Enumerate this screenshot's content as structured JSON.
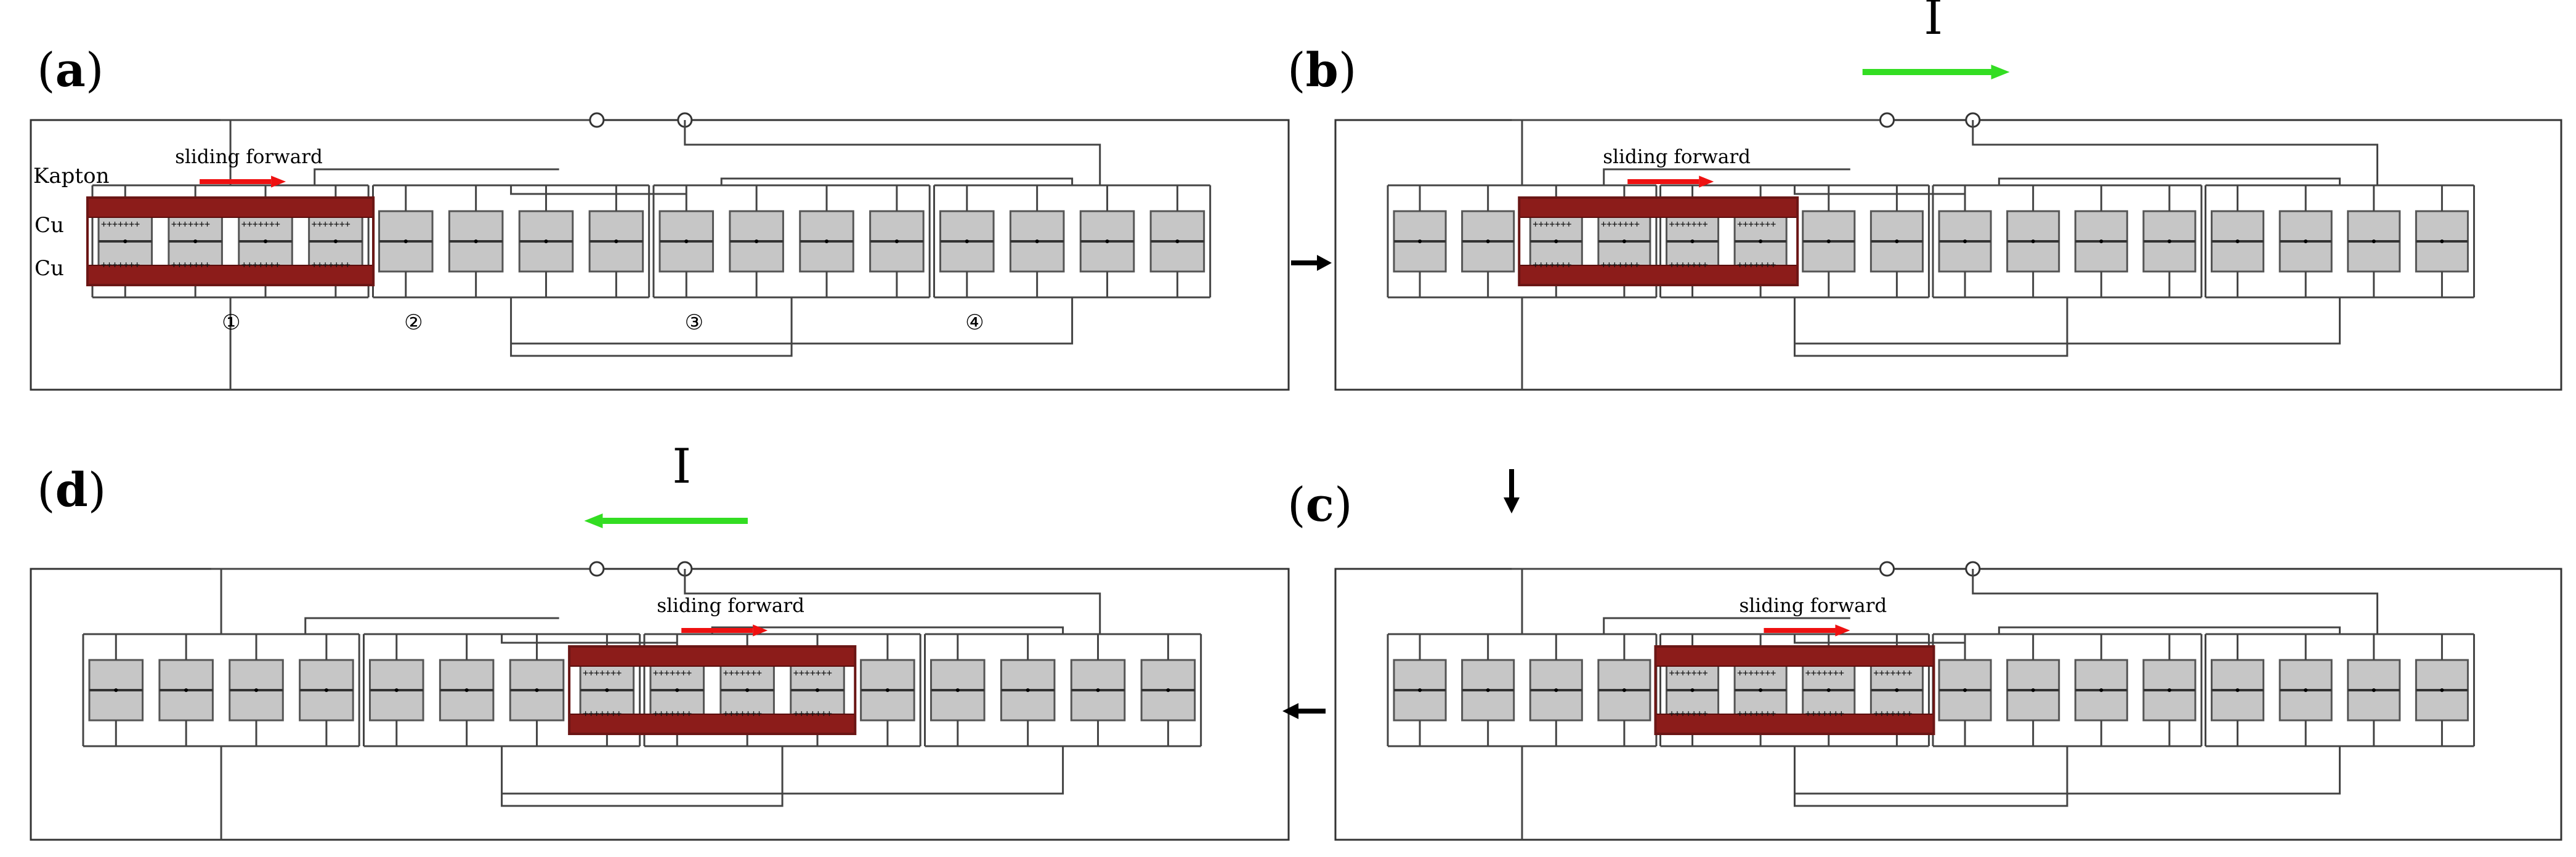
{
  "colors": {
    "kapton": "#8c1c1a",
    "electrode": "#c6c6c6",
    "sliding_arrow": "#ee1111",
    "current_arrow": "#33dd22",
    "wire": "#444444",
    "transition_arrow": "#000000"
  },
  "labels": {
    "sliding": "sliding forward",
    "current": "I",
    "kapton": "Kapton",
    "cu": "Cu"
  },
  "panels": [
    {
      "id": "a",
      "paren_open": "(",
      "letter": "a",
      "paren_close": ")",
      "slider_start": 0,
      "current": "none",
      "group_numbers": [
        "①",
        "②",
        "③",
        "④"
      ]
    },
    {
      "id": "b",
      "paren_open": "(",
      "letter": "b",
      "paren_close": ")",
      "slider_start": 2,
      "current": "right"
    },
    {
      "id": "c",
      "paren_open": "(",
      "letter": "c",
      "paren_close": ")",
      "slider_start": 4,
      "current": "none"
    },
    {
      "id": "d",
      "paren_open": "(",
      "letter": "d",
      "paren_close": ")",
      "slider_start": 7,
      "current": "left"
    }
  ],
  "icons": [
    "right-arrow-icon",
    "down-arrow-icon",
    "left-arrow-icon"
  ]
}
